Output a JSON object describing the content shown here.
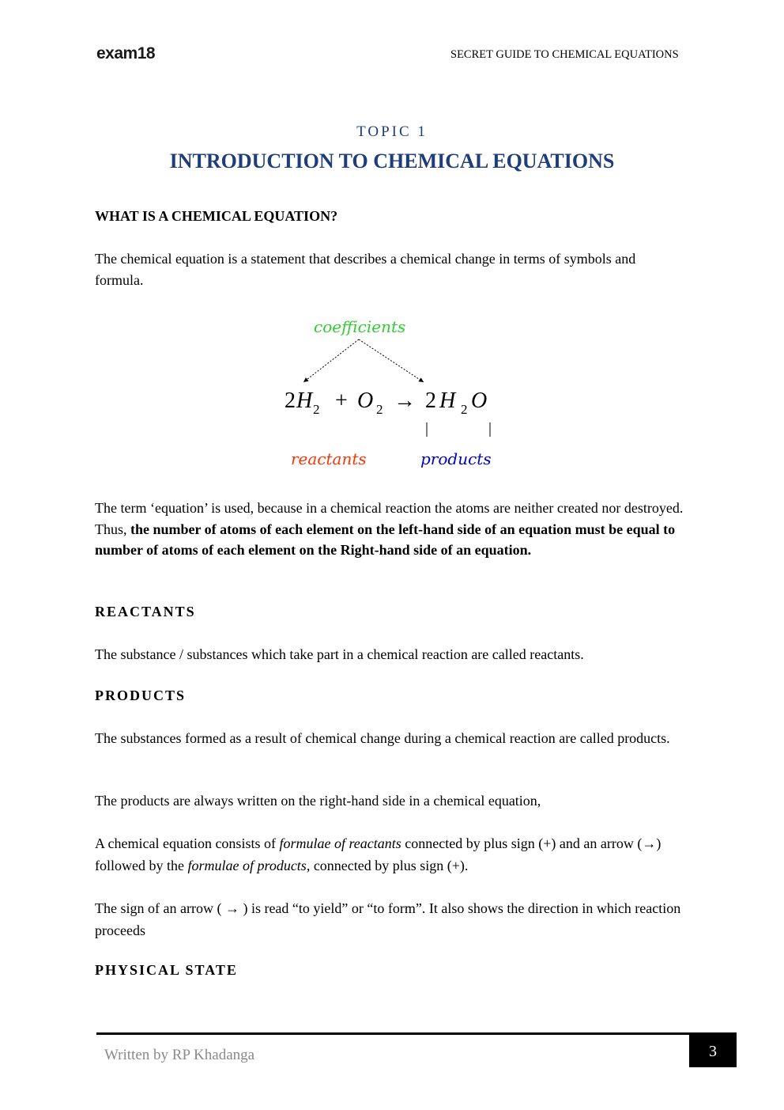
{
  "header": {
    "logo_text": "exam",
    "logo_number": "18",
    "running_title": "SECRET GUIDE TO CHEMICAL EQUATIONS"
  },
  "topic_label": "TOPIC 1",
  "title": "INTRODUCTION TO CHEMICAL EQUATIONS",
  "section1": {
    "heading": "WHAT IS A CHEMICAL EQUATION?",
    "body": "The chemical equation is a statement that describes a chemical change in terms of symbols and formula."
  },
  "diagram": {
    "coefficients_label": "coefficients",
    "reactants_label": "reactants",
    "products_label": "products",
    "equation": {
      "c1": "2",
      "r1": "H",
      "r1_sub": "2",
      "plus": "+",
      "r2": "O",
      "r2_sub": "2",
      "arrow": "→",
      "c2": "2",
      "p1a": "H",
      "p1a_sub": "2",
      "p1b": "O"
    },
    "colors": {
      "coefficients": "#33cc33",
      "reactants": "#ff3300",
      "products": "#0000cc"
    }
  },
  "para_equation": {
    "normal": "The term ‘equation’ is used, because in a chemical reaction the atoms are neither created nor destroyed.  Thus, ",
    "bold": "the number of atoms of each element on the left-hand side of an equation must be equal to number of atoms of each element on the Right-hand side of an equation."
  },
  "reactants": {
    "heading": "REACTANTS",
    "body": "The substance / substances which take part in a chemical reaction are called reactants."
  },
  "products": {
    "heading": "PRODUCTS",
    "body": "The substances formed as a result of chemical change during a chemical reaction are called products."
  },
  "para_right_side": "The products are always written on the right-hand side in a chemical equation,",
  "para_consists": {
    "t1": "A chemical equation consists of ",
    "i1": "formulae of reactants",
    "t2": " connected by plus sign (+) and an arrow (→) followed by the ",
    "i2": "formulae of products",
    "t3": ", connected by plus sign (+)."
  },
  "para_arrow": "The sign of an arrow ( → ) is read “to yield” or “to form”.  It also shows the direction in which reaction proceeds",
  "physical_state": {
    "heading": "PHYSICAL STATE"
  },
  "footer": {
    "author": "Written by RP Khadanga",
    "page_number": "3"
  }
}
